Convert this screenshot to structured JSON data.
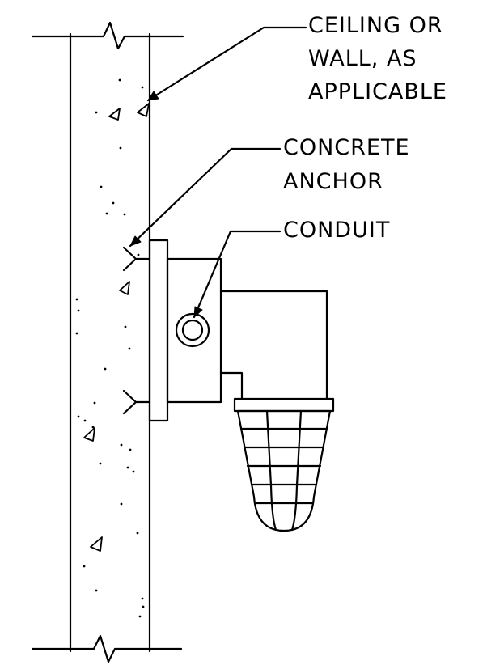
{
  "labels": {
    "ceiling_line1": "CEILING  OR",
    "ceiling_line2": "WALL,  AS",
    "ceiling_line3": "APPLICABLE",
    "anchor_line1": "CONCRETE",
    "anchor_line2": "ANCHOR",
    "conduit": "CONDUIT"
  },
  "colors": {
    "line": "#000000",
    "background": "#ffffff"
  }
}
